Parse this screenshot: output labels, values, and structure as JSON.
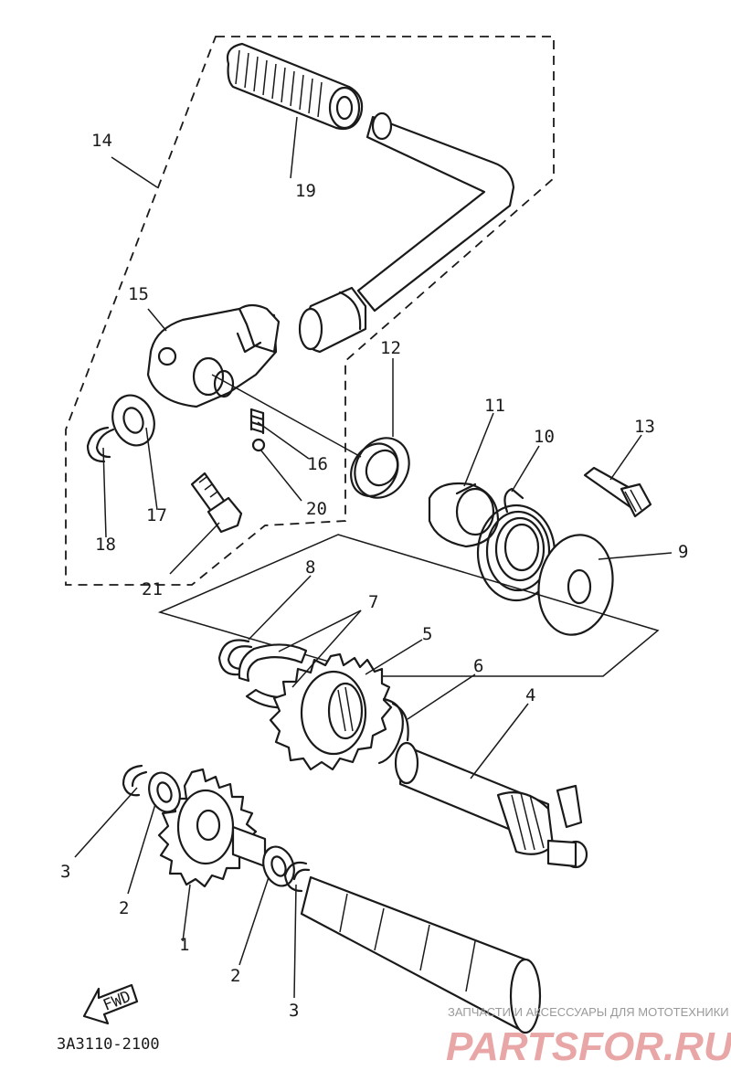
{
  "diagram": {
    "part_code": "3A3110-2100",
    "fwd_label": "FWD",
    "callouts": {
      "c1": "1",
      "c2a": "2",
      "c2b": "2",
      "c3a": "3",
      "c3b": "3",
      "c4": "4",
      "c5": "5",
      "c6": "6",
      "c7": "7",
      "c8": "8",
      "c9": "9",
      "c10": "10",
      "c11": "11",
      "c12": "12",
      "c13": "13",
      "c14": "14",
      "c15": "15",
      "c16": "16",
      "c17": "17",
      "c18": "18",
      "c19": "19",
      "c20": "20",
      "c21": "21"
    }
  },
  "watermark": {
    "tagline": "ЗАПЧАСТИ И АКСЕССУАРЫ ДЛЯ МОТОТЕХНИКИ",
    "brand": "PARTSFOR.RU"
  }
}
